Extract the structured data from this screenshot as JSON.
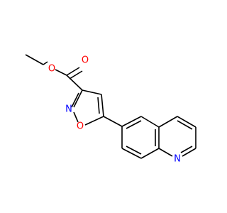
{
  "colors": {
    "bond": "#000000",
    "oxygen": "#ff0000",
    "nitrogen": "#0000ff",
    "background": "#ffffff"
  },
  "atoms": {
    "ester_carbonyl_oxygen": "O",
    "ester_ether_oxygen": "O",
    "isoxazole_nitrogen": "N",
    "isoxazole_oxygen": "O",
    "quinoline_nitrogen": "N"
  }
}
